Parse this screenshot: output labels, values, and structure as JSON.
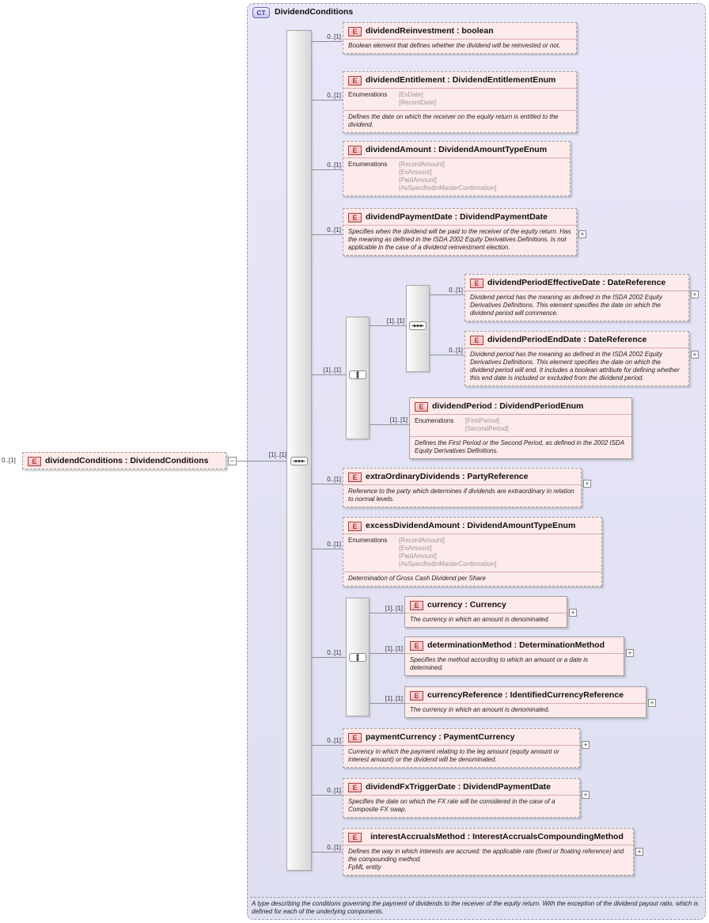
{
  "colors": {
    "container_fill": "#e4e4f6",
    "element_fill": "#fdeaea",
    "element_icon_red": "#b03838",
    "connector_line": "#8f8f8f"
  },
  "icons": {
    "element_glyph": "E",
    "collapse_glyph": "−",
    "expand_glyph": "+"
  },
  "labels": {
    "sep": " : ",
    "enumerations": "Enumerations"
  },
  "ct": {
    "badge": "CT",
    "title": "DividendConditions",
    "footer_doc": "A type describing the conditions governing the payment of dividends to the receiver of the equity return. With the exception of the dividend payout ratio, which is defined for each of the underlying components."
  },
  "root": {
    "card": "0..[1]",
    "name": "dividendConditions",
    "type": "DividendConditions"
  },
  "groups": {
    "spine": {
      "card": "[1]..[1]",
      "kind": "sequence"
    },
    "period_choice": {
      "card": "[1]..[1]",
      "kind": "choice"
    },
    "period_sequence": {
      "card": "[1]..[1]",
      "kind": "sequence"
    },
    "currency_choice": {
      "card": "0..[1]",
      "kind": "choice"
    }
  },
  "elements": [
    {
      "card": "0..[1]",
      "name": "dividendReinvestment",
      "type": "boolean",
      "doc": "Boolean element that defines whether the dividend will be reinvested or not."
    },
    {
      "card": "0..[1]",
      "name": "dividendEntitlement",
      "type": "DividendEntitlementEnum",
      "enums": [
        "[ExDate]",
        "[RecordDate]"
      ],
      "doc": "Defines the date on which the receiver on the equity return is entitled to the dividend."
    },
    {
      "card": "0..[1]",
      "name": "dividendAmount",
      "type": "DividendAmountTypeEnum",
      "enums": [
        "[RecordAmount]",
        "[ExAmount]",
        "[PaidAmount]",
        "[AsSpecifiedInMasterConfirmation]"
      ]
    },
    {
      "card": "0..[1]",
      "name": "dividendPaymentDate",
      "type": "DividendPaymentDate",
      "doc": "Specifies when the dividend will be paid to the receiver of the equity return. Has the meaning as defined in the ISDA 2002 Equity Derivatives Definitions. Is not applicable in the case of a dividend reinvestment election."
    },
    {
      "card": "0..[1]",
      "name": "dividendPeriodEffectiveDate",
      "type": "DateReference",
      "doc": "Dividend period has the meaning as defined in the ISDA 2002 Equity Derivatives Definitions. This element specifies the date on which the dividend period will commence."
    },
    {
      "card": "0..[1]",
      "name": "dividendPeriodEndDate",
      "type": "DateReference",
      "doc": "Dividend period has the meaning as defined in the ISDA 2002 Equity Derivatives Definitions. This element specifies the date on which the dividend period will end. It includes a boolean attribute for defining whether this end date is included or excluded from the dividend period."
    },
    {
      "card": "[1]..[1]",
      "name": "dividendPeriod",
      "type": "DividendPeriodEnum",
      "enums": [
        "[FirstPeriod]",
        "[SecondPeriod]"
      ],
      "doc": "Defines the First Period or the Second Period, as defined in the 2002 ISDA Equity Derivatives Definitions."
    },
    {
      "card": "0..[1]",
      "name": "extraOrdinaryDividends",
      "type": "PartyReference",
      "doc": "Reference to the party which determines if dividends are extraordinary in relation to normal levels."
    },
    {
      "card": "0..[1]",
      "name": "excessDividendAmount",
      "type": "DividendAmountTypeEnum",
      "enums": [
        "[RecordAmount]",
        "[ExAmount]",
        "[PaidAmount]",
        "[AsSpecifiedInMasterConfirmation]"
      ],
      "doc": "Determination of Gross Cash Dividend per Share"
    },
    {
      "card": "[1]..[1]",
      "name": "currency",
      "type": "Currency",
      "doc": "The currency in which an amount is denominated."
    },
    {
      "card": "[1]..[1]",
      "name": "determinationMethod",
      "type": "DeterminationMethod",
      "doc": "Specifies the method according to which an amount or a date is determined."
    },
    {
      "card": "[1]..[1]",
      "name": "currencyReference",
      "type": "IdentifiedCurrencyReference",
      "doc": "The currency in which an amount is denominated."
    },
    {
      "card": "0..[1]",
      "name": "paymentCurrency",
      "type": "PaymentCurrency",
      "doc": "Currency in which the payment relating to the leg amount (equity amount or interest amount) or the dividend will be denominated."
    },
    {
      "card": "0..[1]",
      "name": "dividendFxTriggerDate",
      "type": "DividendPaymentDate",
      "doc": "Specifies the date on which the FX rate will be considered in the case of a Composite FX swap."
    },
    {
      "card": "0..[1]",
      "name": "interestAccrualsMethod",
      "type": "InterestAccrualsCompoundingMethod",
      "doc": "Defines the way in which interests are accrued: the applicable rate (fixed or floating reference) and the compounding method.",
      "doc2": "FpML entity"
    }
  ]
}
